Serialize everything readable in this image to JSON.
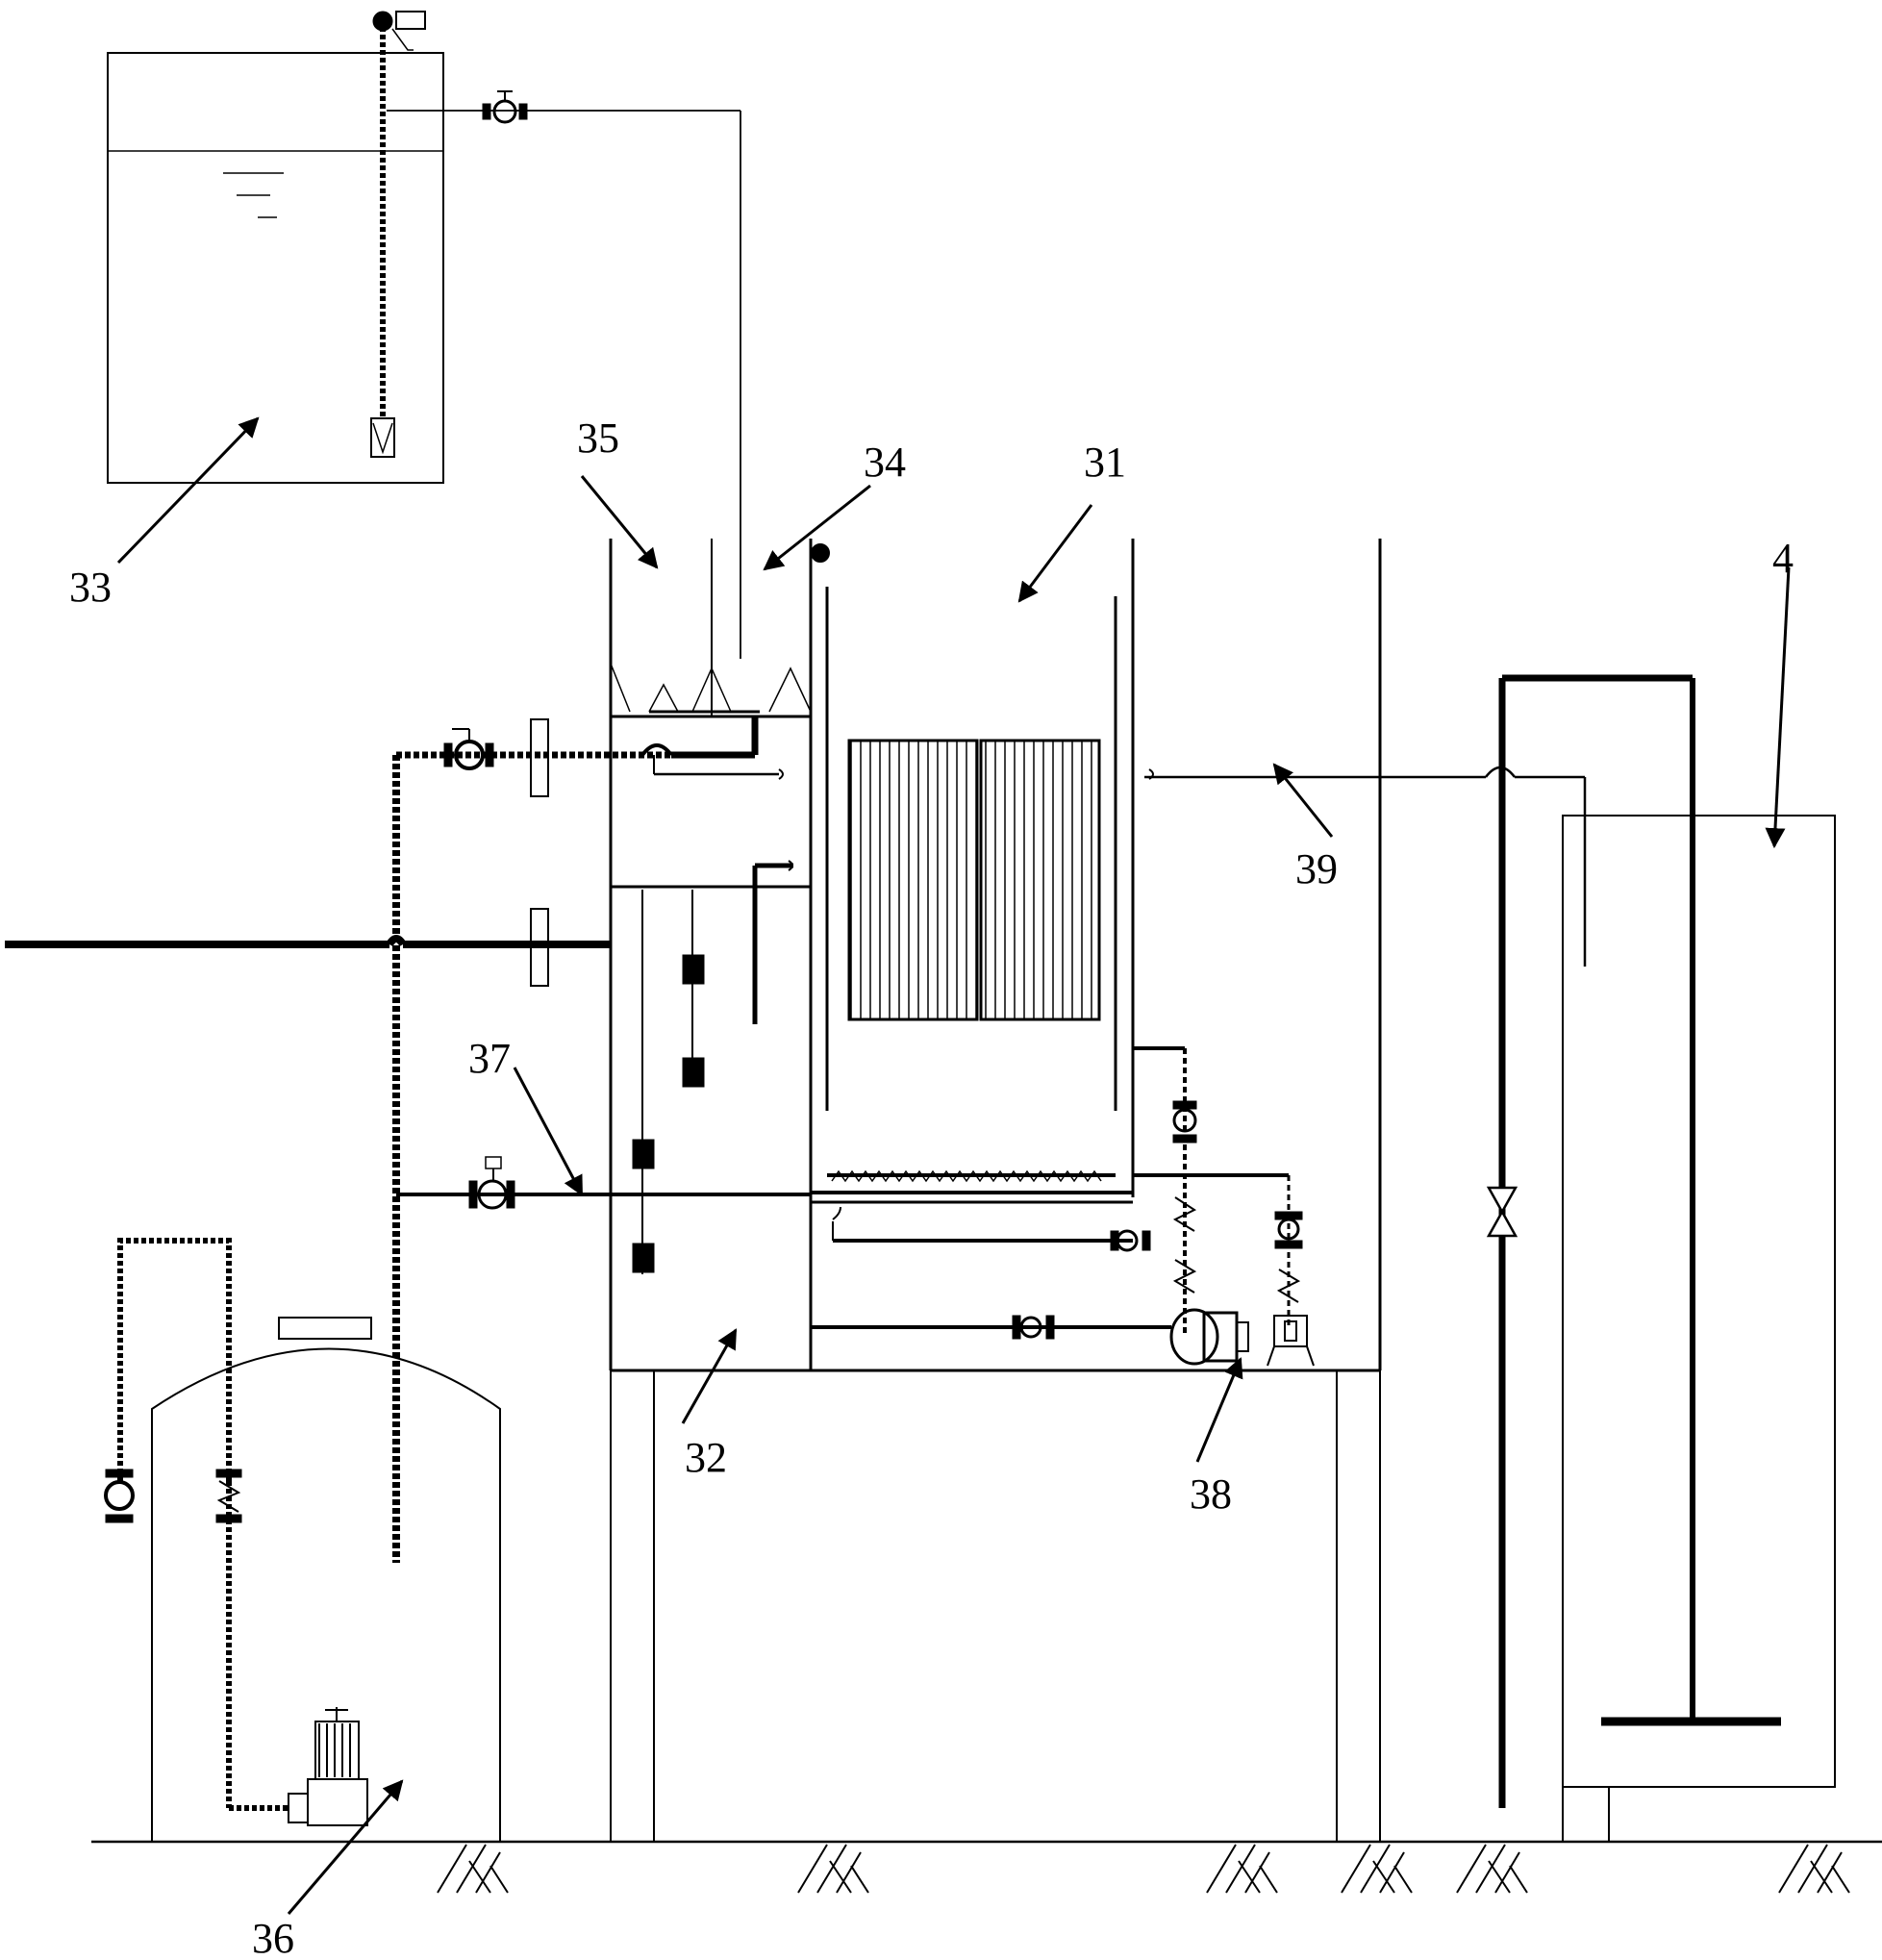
{
  "labels": {
    "l31": "31",
    "l32": "32",
    "l33": "33",
    "l34": "34",
    "l35": "35",
    "l36": "36",
    "l37": "37",
    "l38": "38",
    "l39": "39",
    "l4": "4"
  }
}
